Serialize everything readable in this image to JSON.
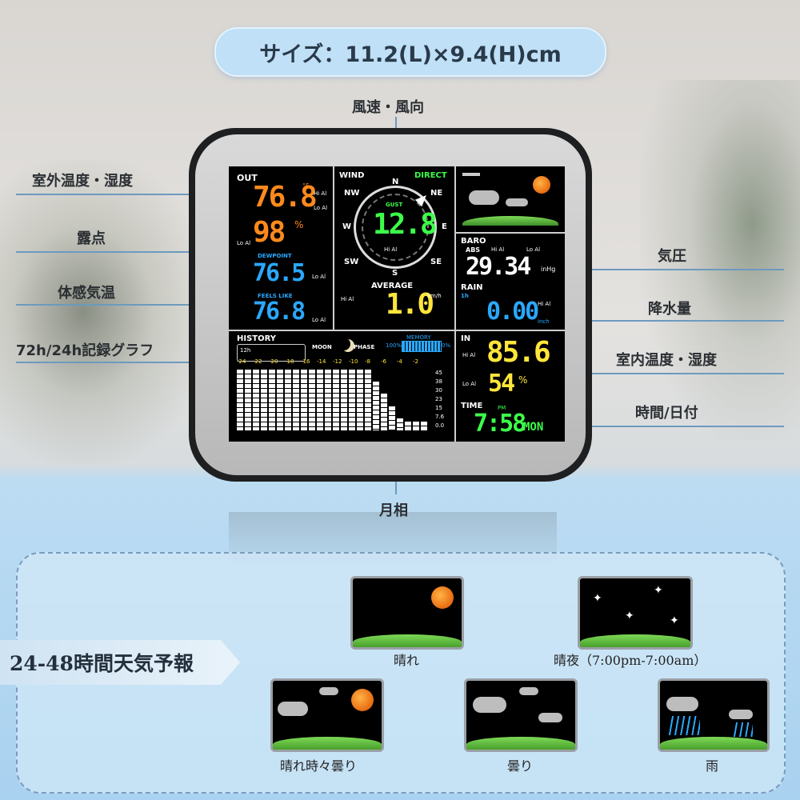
{
  "title": "サイズ：11.2(L)×9.4(H)cm",
  "callouts": {
    "wind": "風速・風向",
    "outdoor": "室外温度・湿度",
    "dewpoint": "露点",
    "feelslike": "体感気温",
    "history": "72h/24h記録グラフ",
    "moon": "月相",
    "baro": "気圧",
    "rain": "降水量",
    "indoor": "室内温度・湿度",
    "time": "時間/日付"
  },
  "screen": {
    "out_label": "OUT",
    "out_temp": "76.8",
    "out_temp_unit": "°F",
    "out_hum": "98",
    "out_hum_unit": "%",
    "hi_al": "Hi Al",
    "lo_al": "Lo Al",
    "dewpoint_label": "DEWPOINT",
    "dewpoint": "76.5",
    "feelslike_label": "FEELS LIKE",
    "feelslike": "76.8",
    "wind_label": "WIND",
    "direct_label": "DIRECT",
    "compass": {
      "n": "N",
      "ne": "NE",
      "e": "E",
      "se": "SE",
      "s": "S",
      "sw": "SW",
      "w": "W",
      "nw": "NW"
    },
    "gust_label": "GUST",
    "gust": "12.8",
    "average_label": "AVERAGE",
    "average": "1.0",
    "speed_unit": "km/h",
    "baro_label": "BARO",
    "abs_label": "ABS",
    "baro": "29.34",
    "baro_unit": "inHg",
    "rain_label": "RAIN",
    "rain_period": "1h",
    "rain": "0.00",
    "rain_unit": "inch",
    "history_label": "HISTORY",
    "history_sub": "12h",
    "moon_label": "MOON",
    "phase_label": "PHASE",
    "memory_label": "MEMORY",
    "memory_full": "100%",
    "memory_empty": "0%",
    "history_ticks": [
      "-24",
      "-22",
      "-20",
      "-18",
      "-16",
      "-14",
      "-12",
      "-10",
      "-8",
      "-6",
      "-4",
      "-2"
    ],
    "history_bar_heights": [
      1,
      1,
      1,
      1,
      1,
      1,
      1,
      1,
      1,
      1,
      1,
      1,
      1,
      1,
      1,
      1,
      1,
      0.8,
      0.6,
      0.4,
      0.2,
      0.15,
      0.15,
      0.15
    ],
    "history_scale": [
      "45",
      "38",
      "30",
      "23",
      "15",
      "7.6",
      "0.0"
    ],
    "in_label": "IN",
    "in_temp": "85.6",
    "in_hum": "54",
    "time_label": "TIME",
    "pm_label": "PM",
    "time": "7:58",
    "day": "MON"
  },
  "forecast": {
    "heading": "24-48時間天気予報",
    "sunny": "晴れ",
    "clear_night": "晴夜（7:00pm-7:00am）",
    "partly_cloudy": "晴れ時々曇り",
    "cloudy": "曇り",
    "rain": "雨"
  },
  "colors": {
    "orange": "#ff8a1c",
    "blue": "#2aa8ff",
    "green": "#3cff4a",
    "yellow": "#ffe63a",
    "accent": "#6c9ac0"
  }
}
